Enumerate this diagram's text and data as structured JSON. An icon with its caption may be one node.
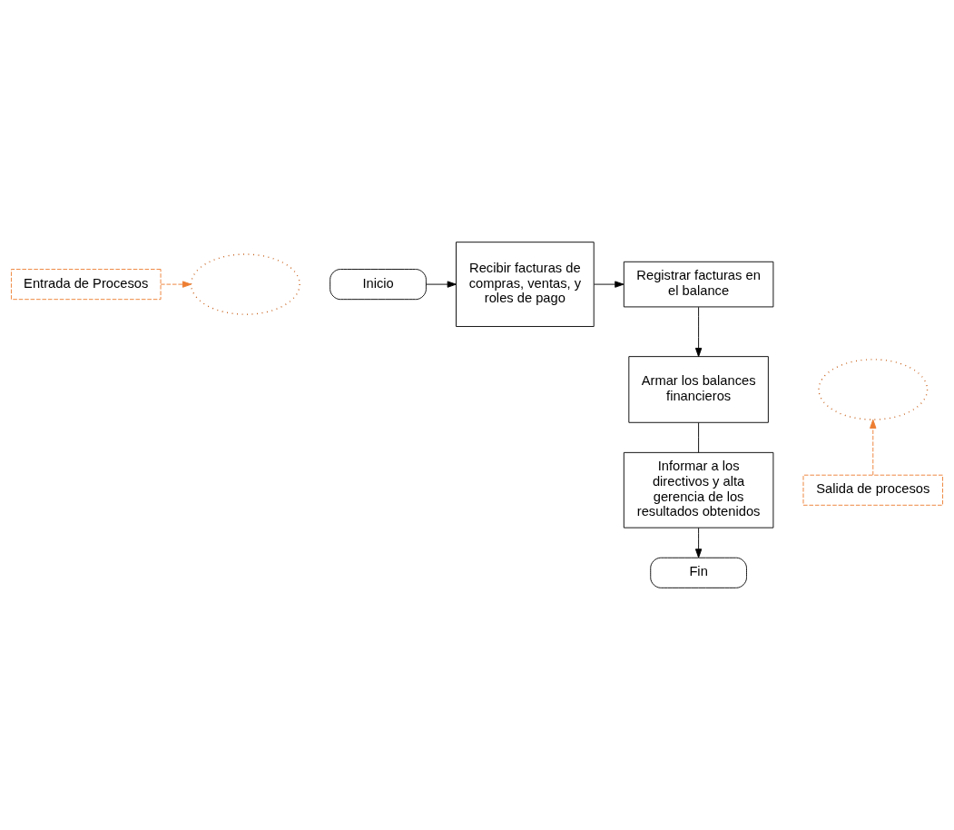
{
  "diagram": {
    "nodes": [
      {
        "text": [
          "Entrada de Procesos"
        ]
      },
      {
        "text": [],
        "shape": "circle"
      },
      {
        "text": [
          "Inicio"
        ]
      },
      {
        "text": [
          "Recibir facturas de compras, ventas, y roles de pago"
        ]
      },
      {
        "text": [
          "Registrar facturas en el balance"
        ]
      },
      {
        "text": [],
        "shape": "circle"
      },
      {
        "text": [
          "Armar los balances financieros"
        ]
      },
      {
        "text": [
          "Informar a los directivos y alta gerencia de los resultados obtenidos"
        ]
      },
      {
        "text": [
          "Salida de procesos"
        ]
      },
      {
        "text": [
          "Fin"
        ]
      }
    ],
    "edges": [
      {
        "from": 0,
        "to": 1,
        "arrow": "to",
        "style": "dashed",
        "color": "#ed7d31"
      },
      {
        "from": 2,
        "to": 3,
        "arrow": "to"
      },
      {
        "from": 3,
        "to": 4,
        "arrow": "to"
      },
      {
        "from": 4,
        "to": 6,
        "arrow": "to"
      },
      {
        "from": 6,
        "to": 7,
        "arrow": "none"
      },
      {
        "from": 7,
        "to": 9,
        "arrow": "to"
      },
      {
        "from": 8,
        "to": 5,
        "arrow": "to",
        "style": "dashed",
        "color": "#ed7d31"
      }
    ]
  }
}
